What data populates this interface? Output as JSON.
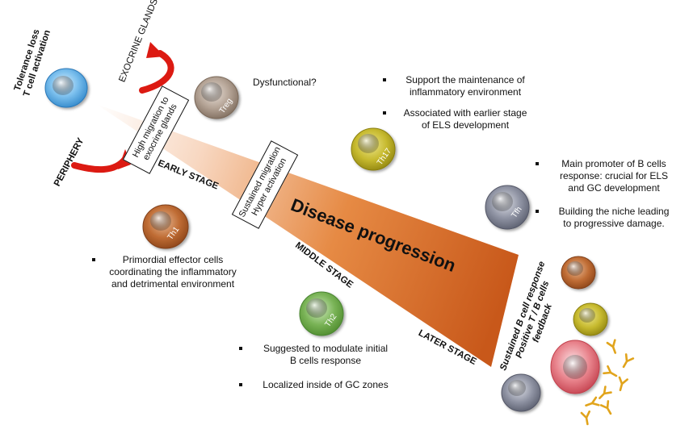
{
  "side_labels": {
    "tolerance": [
      "Tolerance loss",
      "T cell activation"
    ],
    "exocrine": "EXOCRINE GLANDS",
    "periphery": "PERIPHERY"
  },
  "boxes": {
    "high_migration": [
      "High migration to",
      "exocrine glands"
    ],
    "sustained": [
      "Sustained migration",
      "Hyper activation"
    ]
  },
  "stages": {
    "early": "EARLY STAGE",
    "middle": "MIDDLE STAGE",
    "later": "LATER STAGE"
  },
  "progression_title": "Disease progression",
  "b_cell_feedback": [
    "Sustained B cell response",
    "Positive T / B cells",
    "feedback"
  ],
  "cells": {
    "treg": {
      "label": "Treg",
      "color": "#a39182"
    },
    "th17": {
      "label": "Th17",
      "color": "#b9ad2a"
    },
    "tfh": {
      "label": "Tfh",
      "color": "#7b7f8e"
    },
    "th1": {
      "label": "Th1",
      "color": "#b0602c"
    },
    "th2": {
      "label": "Th2",
      "color": "#6ea84f"
    },
    "t_cell": {
      "color": "#4aa2de"
    }
  },
  "notes": {
    "treg": "Dysfunctional?",
    "th17": [
      [
        "Support the maintenance of",
        "inflammatory environment"
      ],
      [
        "Associated with earlier stage",
        "of ELS development"
      ]
    ],
    "tfh": [
      [
        "Main promoter of B cells",
        "response: crucial for ELS",
        "and GC development"
      ],
      [
        "Building the niche leading",
        "to progressive damage."
      ]
    ],
    "th1": [
      "Primordial effector cells",
      "coordinating the inflammatory",
      "and detrimental environment"
    ],
    "th2": [
      [
        "Suggested to modulate initial",
        "B cells response"
      ],
      [
        "Localized inside of GC zones"
      ]
    ]
  },
  "colors": {
    "arrow_red": "#dc1a12",
    "wedge_dark": "#d0641a",
    "wedge_light": "#fdf3ec",
    "antibody": "#e1a41c",
    "plasma_cell": "#e0606b"
  }
}
